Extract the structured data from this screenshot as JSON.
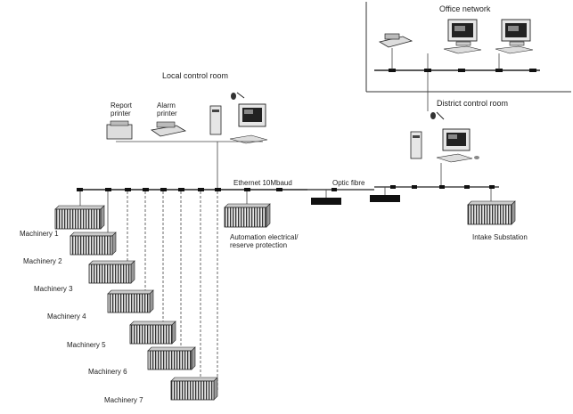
{
  "labels": {
    "office_network": "Office network",
    "local_control_room": "Local control room",
    "district_control_room": "District control room",
    "report_printer": "Report printer",
    "alarm_printer": "Alarm printer",
    "ethernet": "Ethernet 10Mbaud",
    "optic_fibre": "Optic fibre",
    "automation": "Automation electrical/",
    "reserve_protection": "reserve protection",
    "intake_substation": "Intake Substation"
  },
  "machinery": [
    {
      "label": "Machinery 1"
    },
    {
      "label": "Machinery 2"
    },
    {
      "label": "Machinery 3"
    },
    {
      "label": "Machinery 4"
    },
    {
      "label": "Machinery 5"
    },
    {
      "label": "Machinery 6"
    },
    {
      "label": "Machinery 7"
    }
  ],
  "icons": {
    "plc_rack": "plc-rack-icon",
    "workstation": "workstation-icon",
    "printer": "printer-icon",
    "optic_converter": "optic-converter-icon"
  }
}
